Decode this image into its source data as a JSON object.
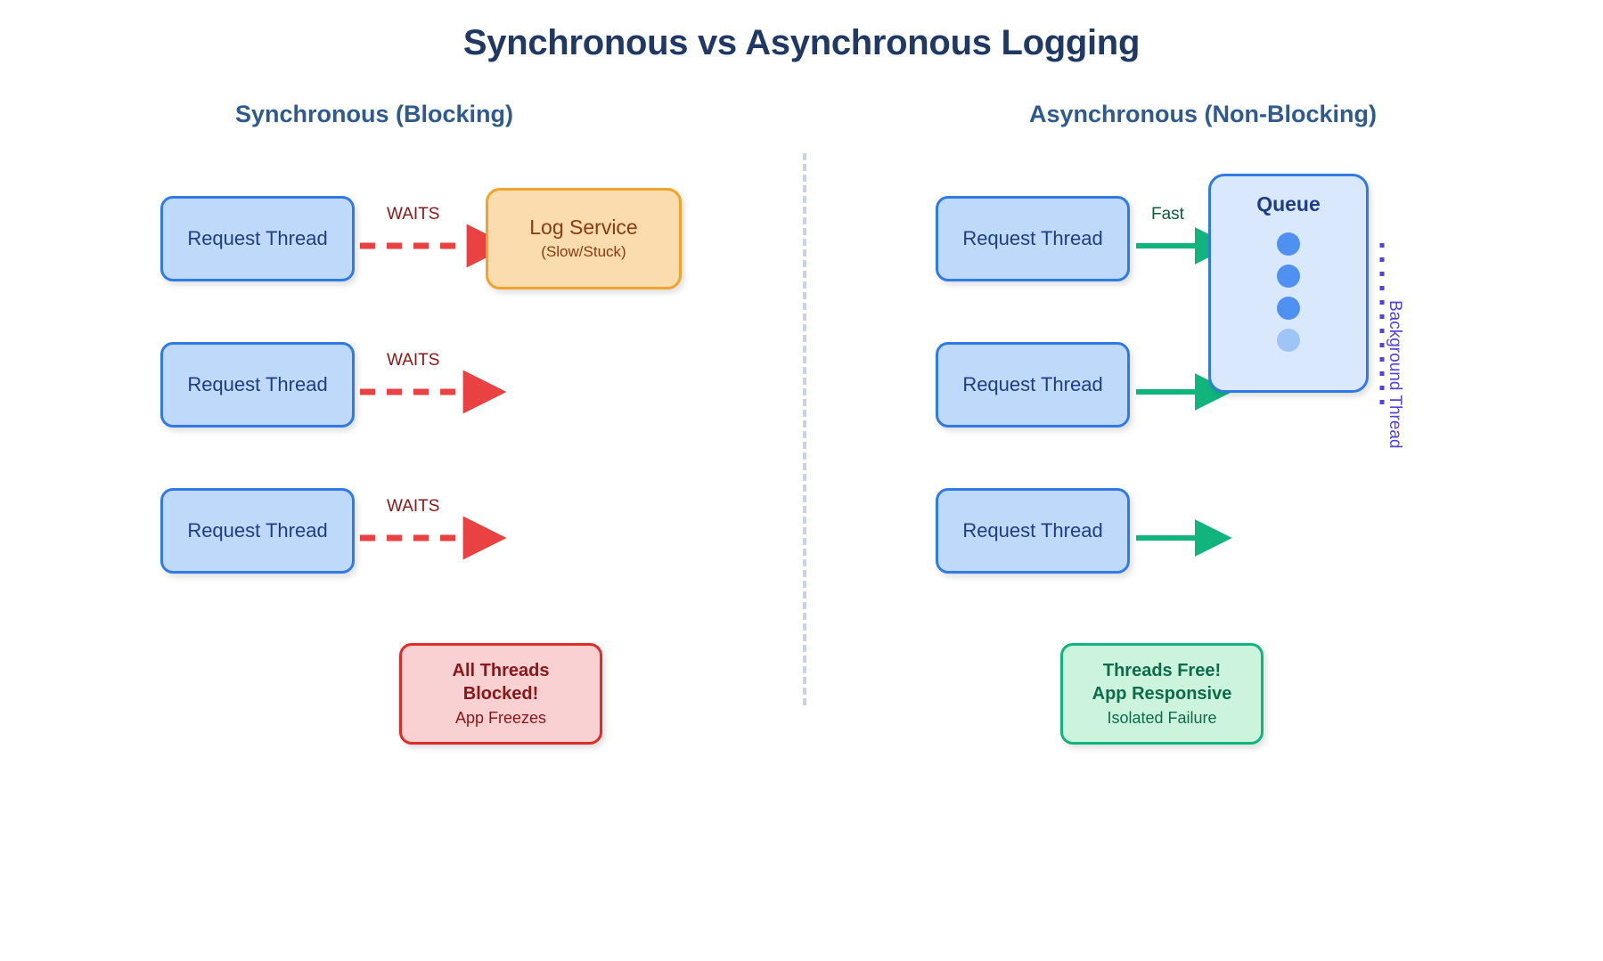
{
  "title": "Synchronous vs Asynchronous Logging",
  "columns": {
    "left": {
      "heading": "Synchronous (Blocking)"
    },
    "right": {
      "heading": "Asynchronous (Non-Blocking)"
    }
  },
  "sync": {
    "threads": [
      {
        "label": "Request Thread",
        "edge_label": "WAITS"
      },
      {
        "label": "Request Thread",
        "edge_label": "WAITS"
      },
      {
        "label": "Request Thread",
        "edge_label": "WAITS"
      }
    ],
    "log_service": {
      "title": "Log Service",
      "subtitle": "(Slow/Stuck)"
    },
    "status": {
      "line1": "All Threads",
      "line2": "Blocked!",
      "line3": "App Freezes"
    }
  },
  "async": {
    "threads": [
      {
        "label": "Request Thread",
        "edge_label": "Fast"
      },
      {
        "label": "Request Thread",
        "edge_label": ""
      },
      {
        "label": "Request Thread",
        "edge_label": ""
      }
    ],
    "queue": {
      "title": "Queue",
      "items": [
        {
          "state": "filled"
        },
        {
          "state": "filled"
        },
        {
          "state": "filled"
        },
        {
          "state": "faded"
        }
      ]
    },
    "background_thread_label": "Background Thread",
    "status": {
      "line1": "Threads Free!",
      "line2": "App Responsive",
      "line3": "Isolated Failure"
    }
  },
  "colors": {
    "title": "#1f3864",
    "heading": "#2e5a8e",
    "thread_fill": "#bfd9fb",
    "thread_border": "#2f7ae5",
    "log_fill": "#fbdcaf",
    "log_border": "#f0a429",
    "queue_fill": "#d9e8fd",
    "wait_arrow": "#ea4242",
    "fast_arrow": "#12b47e",
    "bad_fill": "#fad1d3",
    "bad_border": "#e02b2b",
    "good_fill": "#ccf4dd",
    "good_border": "#12b47e",
    "background_thread": "#5244d6",
    "divider": "#c8d4e2"
  }
}
